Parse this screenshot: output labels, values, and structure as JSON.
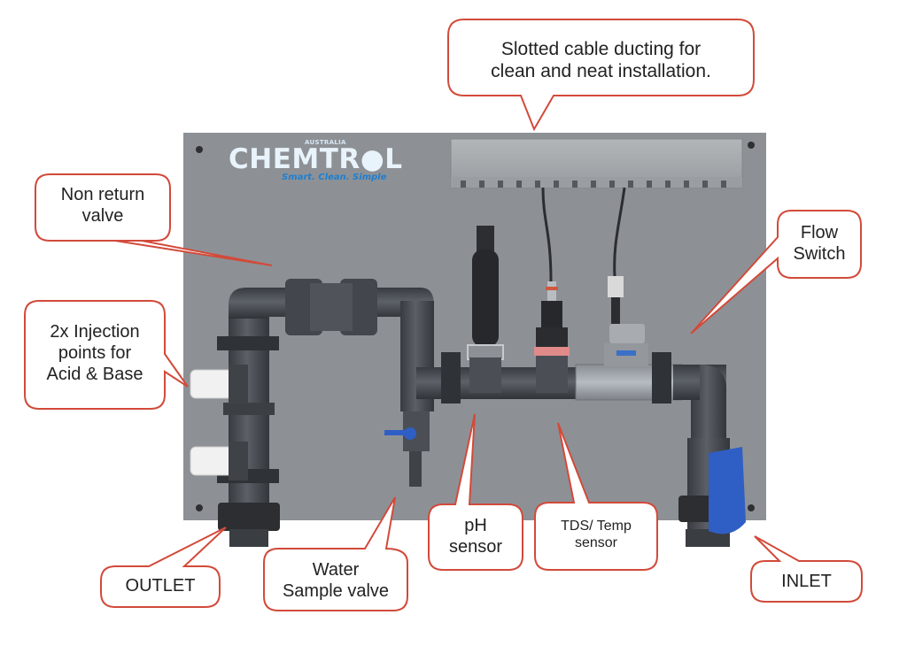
{
  "brand": {
    "word": "CHEMTR●L",
    "country": "AUSTRALIA",
    "tagline": "Smart. Clean. Simple"
  },
  "callouts": {
    "ducting": {
      "line1": "Slotted cable ducting for",
      "line2": "clean and neat installation."
    },
    "non_return": {
      "line1": "Non return",
      "line2": "valve"
    },
    "injection": {
      "line1": "2x Injection",
      "line2": "points for",
      "line3": "Acid & Base"
    },
    "flow_switch": {
      "line1": "Flow",
      "line2": "Switch"
    },
    "outlet": {
      "line1": "OUTLET"
    },
    "water_sample": {
      "line1": "Water",
      "line2": "Sample valve"
    },
    "ph_sensor": {
      "line1": "pH",
      "line2": "sensor"
    },
    "tds_sensor": {
      "line1": "TDS/ Temp",
      "line2": "sensor"
    },
    "inlet": {
      "line1": "INLET"
    }
  },
  "colors": {
    "panel": "#8d9196",
    "pipe": "#4a4e55",
    "callout_border": "#d24a3a",
    "valve_handle": "#2f5fc4",
    "brand_tagline": "#1f7fd0"
  }
}
